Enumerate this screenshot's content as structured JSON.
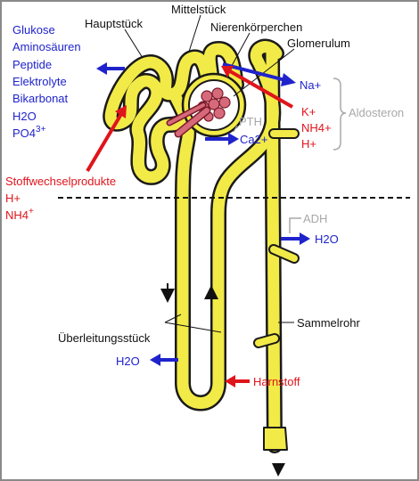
{
  "labels": {
    "hauptstueck": "Hauptstück",
    "mittelstueck": "Mittelstück",
    "nierenkoerperchen": "Nierenkörperchen",
    "glomerulum": "Glomerulum",
    "pth": "PTH",
    "adh": "ADH",
    "aldosteron": "Aldosteron",
    "ueberleitungsstueck": "Überleitungsstück",
    "sammelrohr": "Sammelrohr"
  },
  "reabsorbed_substances": {
    "items": [
      "Glukose",
      "Aminosäuren",
      "Peptide",
      "Elektrolyte",
      "Bikarbonat"
    ],
    "h2o": "H2O",
    "po4": "PO4",
    "po4_sup": "3+"
  },
  "secreted_substances": {
    "title": "Stoffwechselprodukte",
    "h": "H+",
    "nh4": "NH4",
    "nh4_sub": "4",
    "nh4_sup": "+"
  },
  "distal_exchange": {
    "na": "Na+",
    "k": "K+",
    "nh4": "NH4+",
    "h": "H+",
    "ca": "Ca2+"
  },
  "water": {
    "adh_water": "H2O",
    "loop_water": "H2O"
  },
  "urea": "Harnstoff",
  "colors": {
    "tubule": "#f2ea47",
    "tubule_outline": "#1a1a1a",
    "reabsorption_arrow": "#1f23cc",
    "secretion_arrow": "#e0141b",
    "hormone": "#a8a8a8",
    "capillary": "#d66a7a"
  }
}
